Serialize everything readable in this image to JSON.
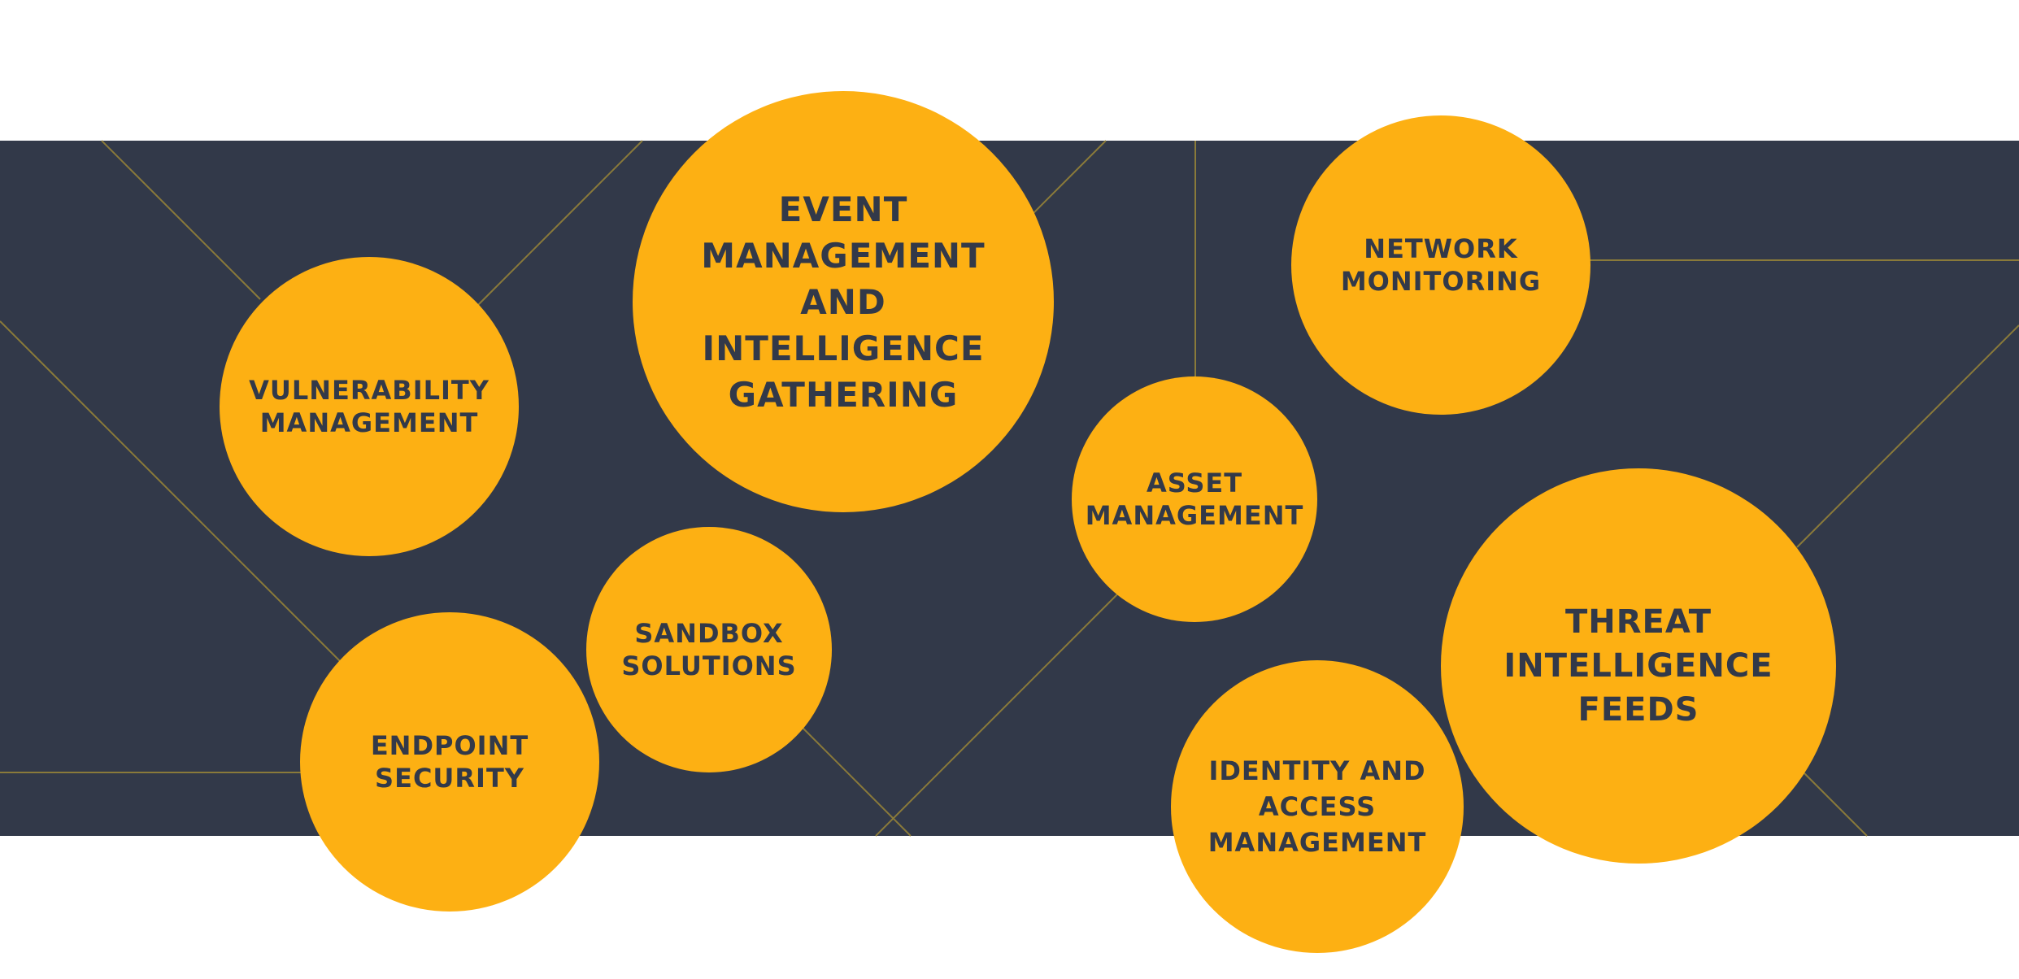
{
  "colors": {
    "background": "#ffffff",
    "band": "#323949",
    "bubble": "#FDB013",
    "bubble_text": "#323949",
    "connector": "#8a7a3a"
  },
  "bubbles": [
    {
      "id": "vulnerability-management",
      "label": "VULNERABILITY\nMANAGEMENT"
    },
    {
      "id": "event-management",
      "label": "EVENT\nMANAGEMENT\nAND\nINTELLIGENCE\nGATHERING"
    },
    {
      "id": "network-monitoring",
      "label": "NETWORK\nMONITORING"
    },
    {
      "id": "asset-management",
      "label": "ASSET\nMANAGEMENT"
    },
    {
      "id": "sandbox-solutions",
      "label": "SANDBOX\nSOLUTIONS"
    },
    {
      "id": "endpoint-security",
      "label": "ENDPOINT\nSECURITY"
    },
    {
      "id": "identity-access-management",
      "label": "IDENTITY AND\nACCESS\nMANAGEMENT"
    },
    {
      "id": "threat-intelligence-feeds",
      "label": "THREAT\nINTELLIGENCE\nFEEDS"
    }
  ]
}
